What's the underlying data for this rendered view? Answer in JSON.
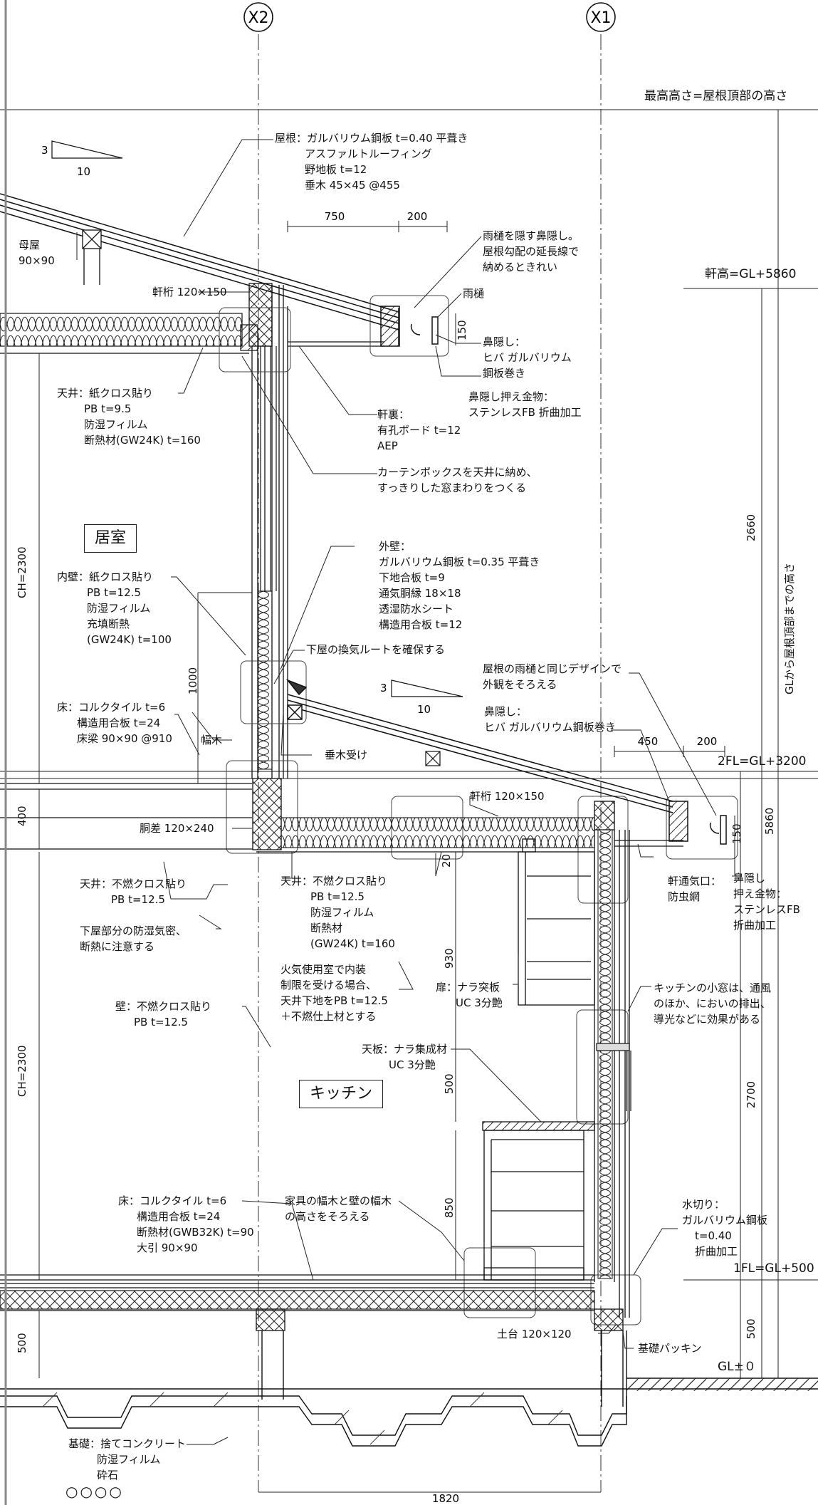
{
  "axes": {
    "x2": "X2",
    "x1": "X1"
  },
  "levels": {
    "max_height": "最高高さ=屋根頂部の高さ",
    "eave_height": "軒高=GL+5860",
    "fl2": "2FL=GL+3200",
    "fl1": "1FL=GL+500",
    "gl": "GL±０"
  },
  "rooms": {
    "living": "居室",
    "kitchen": "キッチン"
  },
  "slopes": [
    {
      "rise": "3",
      "run": "10"
    },
    {
      "rise": "3",
      "run": "10"
    }
  ],
  "dimensions": {
    "d750": "750",
    "d200a": "200",
    "d150a": "150",
    "d450": "450",
    "d200b": "200",
    "d150b": "150",
    "d1820": "1820",
    "d1000": "1000",
    "d400": "400",
    "d500a": "500",
    "d930": "930",
    "d500b": "500",
    "d850": "850",
    "d20": "20",
    "d2660": "2660",
    "d5860": "5860",
    "d2700": "2700",
    "d500c": "500",
    "ch_upper": "CH=2300",
    "ch_lower": "CH=2300",
    "gl_total": "GLから屋根頂部までの高さ"
  },
  "notes": {
    "roof": [
      "屋根：ガルバリウム鋼板 t=0.40 平葺き",
      "アスファルトルーフィング",
      "野地板 t=12",
      "垂木 45×45 @455"
    ],
    "purlin": [
      "母屋",
      "90×90"
    ],
    "eave_beam_top": [
      "軒桁 120×150"
    ],
    "gutter_hide_note": [
      "雨樋を隠す鼻隠し。",
      "屋根勾配の延長線で",
      "納めるときれい"
    ],
    "gutter": [
      "雨樋"
    ],
    "fascia_top": [
      "鼻隠し：",
      "ヒバ ガルバリウム",
      "鋼板巻き"
    ],
    "fascia_fitting_top": [
      "鼻隠し押え金物：",
      "ステンレスFB 折曲加工"
    ],
    "ceiling_upper": [
      "天井：紙クロス貼り",
      "PB t=9.5",
      "防湿フィルム",
      "断熱材(GW24K) t=160"
    ],
    "soffit": [
      "軒裏：",
      "有孔ボード t=12",
      "AEP"
    ],
    "curtain_box": [
      "カーテンボックスを天井に納め、",
      "すっきりした窓まわりをつくる"
    ],
    "exterior_wall": [
      "外壁：",
      "ガルバリウム鋼板 t=0.35 平葺き",
      "下地合板 t=9",
      "通気胴縁 18×18",
      "透湿防水シート",
      "構造用合板 t=12"
    ],
    "interior_wall_upper": [
      "内壁：紙クロス貼り",
      "PB t=12.5",
      "防湿フィルム",
      "充填断熱",
      "(GW24K) t=100"
    ],
    "vent_route": [
      "下屋の換気ルートを確保する"
    ],
    "same_design": [
      "屋根の雨樋と同じデザインで",
      "外観をそろえる"
    ],
    "fascia_mid": [
      "鼻隠し：",
      "ヒバ ガルバリウム鋼板巻き"
    ],
    "floor_upper": [
      "床：コルクタイル t=6",
      "構造用合板 t=24",
      "床梁 90×90 @910"
    ],
    "baseboard": [
      "幅木"
    ],
    "rafter_support": [
      "垂木受け"
    ],
    "eave_beam_low": [
      "軒桁 120×150"
    ],
    "girth": [
      "胴差 120×240"
    ],
    "ceiling_lower_left": [
      "天井：不燃クロス貼り",
      "PB t=12.5"
    ],
    "ceiling_lower_mid": [
      "天井：不燃クロス貼り",
      "PB t=12.5",
      "防湿フィルム",
      "断熱材",
      "(GW24K) t=160"
    ],
    "eave_vent": [
      "軒通気口：",
      "防虫網"
    ],
    "fascia_low": [
      "鼻隠し",
      "押え金物：",
      "ステンレスFB",
      "折曲加工"
    ],
    "airtight": [
      "下屋部分の防湿気密、",
      "断熱に注意する"
    ],
    "fire_note": [
      "火気使用室で内装",
      "制限を受ける場合、",
      "天井下地をPB t=12.5",
      "＋不燃仕上材とする"
    ],
    "cabinet_door": [
      "扉：ナラ突板",
      "UC 3分艶"
    ],
    "kitchen_window": [
      "キッチンの小窓は、通風",
      "のほか、においの排出、",
      "導光などに効果がある"
    ],
    "wall_lower": [
      "壁：不燃クロス貼り",
      "PB t=12.5"
    ],
    "countertop": [
      "天板：ナラ集成材",
      "UC 3分艶"
    ],
    "floor_lower": [
      "床：コルクタイル t=6",
      "構造用合板 t=24",
      "断熱材(GWB32K) t=90",
      "大引 90×90"
    ],
    "baseboard_align": [
      "家具の幅木と壁の幅木",
      "の高さをそろえる"
    ],
    "drip": [
      "水切り：",
      "ガルバリウム鋼板",
      "t=0.40",
      "折曲加工"
    ],
    "sill": [
      "土台 120×120"
    ],
    "foundation_packing": [
      "基礎パッキン"
    ],
    "foundation": [
      "基礎：捨てコンクリート",
      "防湿フィルム",
      "砕石"
    ],
    "gravel_symbol": "○○○○"
  }
}
